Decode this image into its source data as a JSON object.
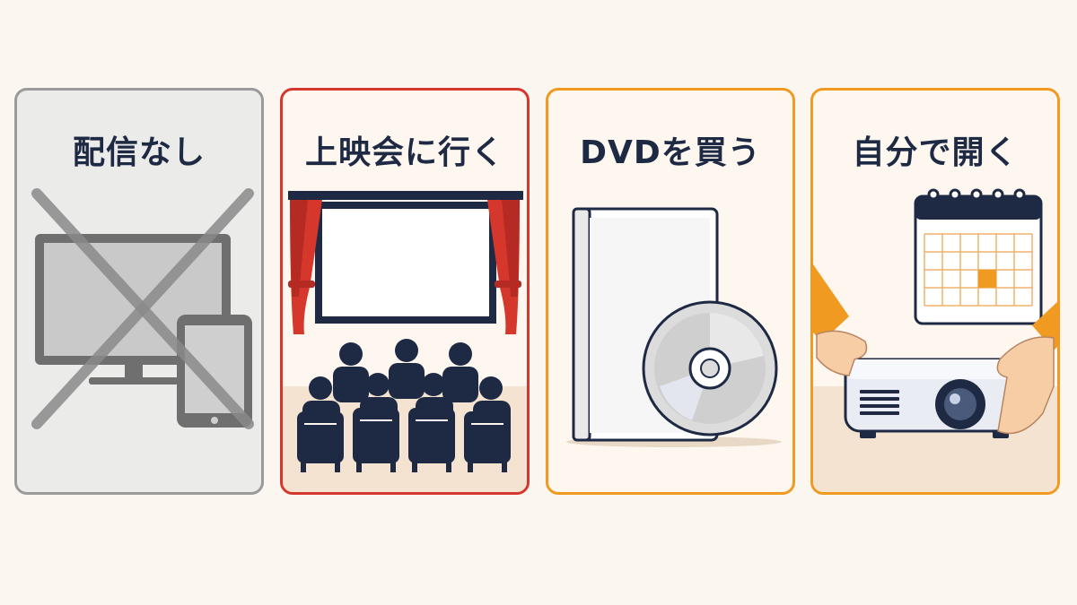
{
  "colors": {
    "background": "#fbf6ef",
    "no_stream_border": "#9a9a9a",
    "screening_border": "#d6372c",
    "dvd_border": "#f09a22",
    "self_host_border": "#f09a22",
    "navy": "#1e2a44",
    "curtain_red": "#d6372c",
    "highlight_orange": "#f09a22"
  },
  "cards": [
    {
      "title": "配信なし",
      "icon": "crossed-out-tv-tablet-icon"
    },
    {
      "title": "上映会に行く",
      "icon": "theater-screen-audience-icon"
    },
    {
      "title": "DVDを買う",
      "icon": "dvd-case-disc-icon"
    },
    {
      "title": "自分で開く",
      "icon": "calendar-projector-icon"
    }
  ]
}
